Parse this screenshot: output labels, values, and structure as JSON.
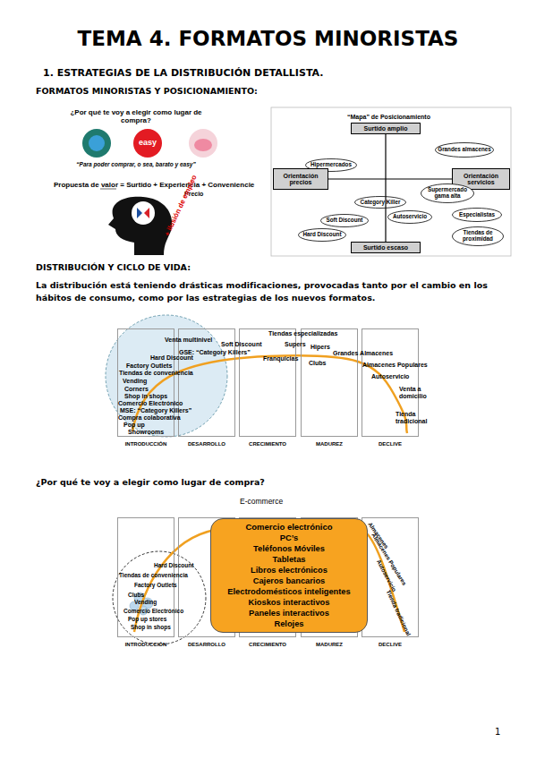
{
  "diagram": {
    "title": "TEMA 4. FORMATOS MINORISTAS",
    "nodes": [
      {
        "text": [
          "Surtido amplio"
        ]
      },
      {
        "text": [
          "Hipermercados"
        ]
      },
      {
        "text": [
          "Grandes almacenes"
        ]
      },
      {
        "text": [
          "Orientación precios"
        ]
      },
      {
        "text": [
          "Orientación servicios"
        ]
      },
      {
        "text": [
          "Category Killer"
        ]
      },
      {
        "text": [
          "Supermercado gama alta"
        ]
      },
      {
        "text": [
          "Soft Discount"
        ]
      },
      {
        "text": [
          "Autoservicio"
        ]
      },
      {
        "text": [
          "Especialistas"
        ]
      },
      {
        "text": [
          "Hard Discount"
        ]
      },
      {
        "text": [
          "Tiendas de proximidad"
        ]
      },
      {
        "text": [
          "Surtido escaso"
        ]
      },
      {
        "text": [
          "INTRODUCCIÓN"
        ]
      },
      {
        "text": [
          "DESARROLLO"
        ]
      },
      {
        "text": [
          "CRECIMIENTO"
        ]
      },
      {
        "text": [
          "MADUREZ"
        ]
      },
      {
        "text": [
          "DECLIVE"
        ]
      },
      {
        "text": [
          "INTRODUCCIÓN"
        ]
      },
      {
        "text": [
          "DESARROLLO"
        ]
      },
      {
        "text": [
          "CRECIMIENTO"
        ]
      },
      {
        "text": [
          "MADUREZ"
        ]
      },
      {
        "text": [
          "DECLIVE"
        ]
      },
      {
        "text": [
          "Comercio electrónico",
          "PC’s",
          "Teléfonos Móviles",
          "Tabletas",
          "Libros electrónicos",
          "Cajeros bancarios",
          "Electrodomésticos inteligentes",
          "Kioskos interactivos",
          "Paneles interactivos",
          "Relojes"
        ]
      }
    ],
    "edges": [
      {
        "from": 0,
        "to": 12,
        "arrow": "none"
      },
      {
        "from": 3,
        "to": 4,
        "arrow": "none"
      }
    ],
    "labels": [
      "1. ESTRATEGIAS DE LA DISTRIBUCIÓN DETALLISTA.",
      "FORMATOS MINORISTAS Y POSICIONAMIENTO:",
      "¿Por qué te voy a elegir como lugar de compra?",
      "easy",
      "“Para poder comprar, o sea, barato y easy”",
      "Propuesta de valor = Surtido + Experiencia + Conveniencie",
      "Precio",
      "+ ilusión de empleo",
      "“Mapa” de Posicionamiento",
      "DISTRIBUCIÓN Y CICLO DE VIDA:",
      "La distribución está teniendo drásticas modificaciones, provocadas tanto por el cambio en los hábitos de consumo, como por las estrategias de los nuevos formatos.",
      "Tiendas especializadas",
      "Venta multinivel",
      "Soft Discount",
      "Supers",
      "Hipers",
      "GSE: “Category Killers”",
      "Grandes Almacenes",
      "Franquicias",
      "Hard Discount",
      "Clubs",
      "Almacenes Populares",
      "Factory Outlets",
      "Tiendas de conveniencia",
      "Autoservicio",
      "Vending",
      "Corners",
      "Shop in shops",
      "Venta a domicilio",
      "Comercio Electrónico",
      "MSE: “Category Killers”",
      "Compra colaborativa",
      "Tienda tradicional",
      "Pop up",
      "Showrooms",
      "¿Por qué te voy a elegir como lugar de compra?",
      "E-commerce",
      "Hard Discount",
      "Tiendas de conveniencia",
      "Factory Outlets",
      "Clubs",
      "Vending",
      "Comercio Electrónico",
      "Pop up stores",
      "Shop in shops",
      "Almacenes",
      "Almacenes Populares",
      "Autoservicio",
      "Tienda tradicional",
      "1"
    ]
  }
}
